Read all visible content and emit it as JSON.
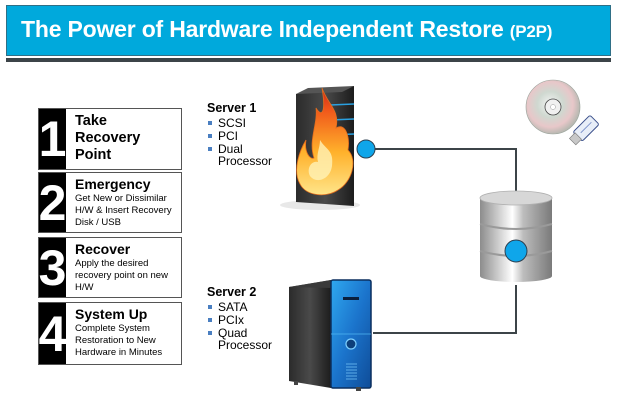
{
  "header": {
    "title": "The Power of Hardware Independent Restore",
    "title_suffix": "(P2P)",
    "background_color": "#00a9dc"
  },
  "steps": [
    {
      "number": "1",
      "title": "Take Recovery Point",
      "description": ""
    },
    {
      "number": "2",
      "title": "Emergency",
      "description": "Get New or Dissimilar H/W & Insert Recovery Disk / USB"
    },
    {
      "number": "3",
      "title": "Recover",
      "description": "Apply the desired recovery point on new H/W"
    },
    {
      "number": "4",
      "title": "System Up",
      "description": "Complete System Restoration to New Hardware in Minutes"
    }
  ],
  "servers": [
    {
      "name": "Server 1",
      "specs": [
        "SCSI",
        "PCI",
        "Dual Processor"
      ],
      "icon": "burning-server-icon"
    },
    {
      "name": "Server 2",
      "specs": [
        "SATA",
        "PCIx",
        "Quad Processor"
      ],
      "icon": "tower-server-icon"
    }
  ],
  "icons": {
    "storage": "database-icon",
    "media": "cd-and-usb-icon"
  },
  "colors": {
    "connector_node": "#0fa6ea",
    "connector_line": "#3c4448",
    "server2_front": "#1e6fc8"
  }
}
